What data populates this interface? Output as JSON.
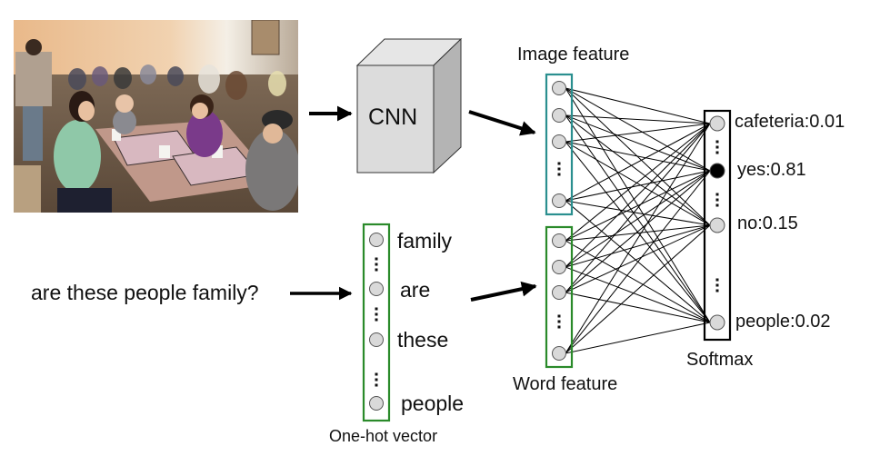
{
  "photo": {
    "description": "Family of four seated at a cafeteria table with trays and cups; crowded restaurant in background",
    "icon": "photo-image"
  },
  "cnn": {
    "label": "CNN",
    "colors": {
      "front": "#dcdcdc",
      "top": "#e6e6e6",
      "side": "#b4b4b4"
    }
  },
  "question": {
    "text": "are these people family?"
  },
  "one_hot": {
    "caption": "One-hot vector",
    "words": [
      "family",
      "are",
      "these",
      "people"
    ],
    "border_color": "#2a8a2a"
  },
  "image_feature": {
    "caption": "Image feature",
    "border_color": "#2a8f8f"
  },
  "word_feature": {
    "caption": "Word feature",
    "border_color": "#2a8a2a"
  },
  "softmax": {
    "caption": "Softmax",
    "outputs": [
      {
        "label": "cafeteria:0.01",
        "answer": "cafeteria",
        "prob": 0.01,
        "active": false
      },
      {
        "label": "yes:0.81",
        "answer": "yes",
        "prob": 0.81,
        "active": true
      },
      {
        "label": "no:0.15",
        "answer": "no",
        "prob": 0.15,
        "active": false
      },
      {
        "label": "people:0.02",
        "answer": "people",
        "prob": 0.02,
        "active": false
      }
    ],
    "border_color": "#000000"
  },
  "node_colors": {
    "inactive": "#d9d9d9",
    "active": "#000000",
    "outline": "#555555"
  },
  "ellipsis": "⋮"
}
